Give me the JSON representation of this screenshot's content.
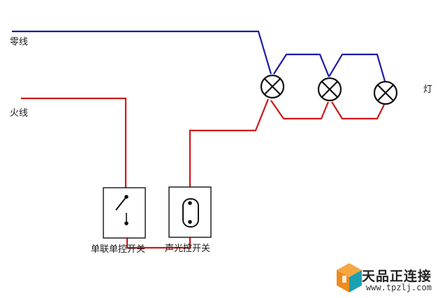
{
  "labels": {
    "neutral_wire": "零线",
    "live_wire": "火线",
    "lamp": "灯",
    "single_switch": "单联单控开关",
    "sound_light_switch": "声光控开关"
  },
  "watermark": {
    "name": "天品正连接",
    "url": "www.tpzlj.com"
  },
  "colors": {
    "neutral": "#1a1aa8",
    "live": "#cc1a1a",
    "outline": "#111111",
    "logo_orange": "#f08a1c",
    "logo_teal": "#1aa0b0"
  },
  "icons": [
    "lamp-icon",
    "toggle-switch-icon",
    "sound-light-switch-icon",
    "brand-logo-icon"
  ]
}
